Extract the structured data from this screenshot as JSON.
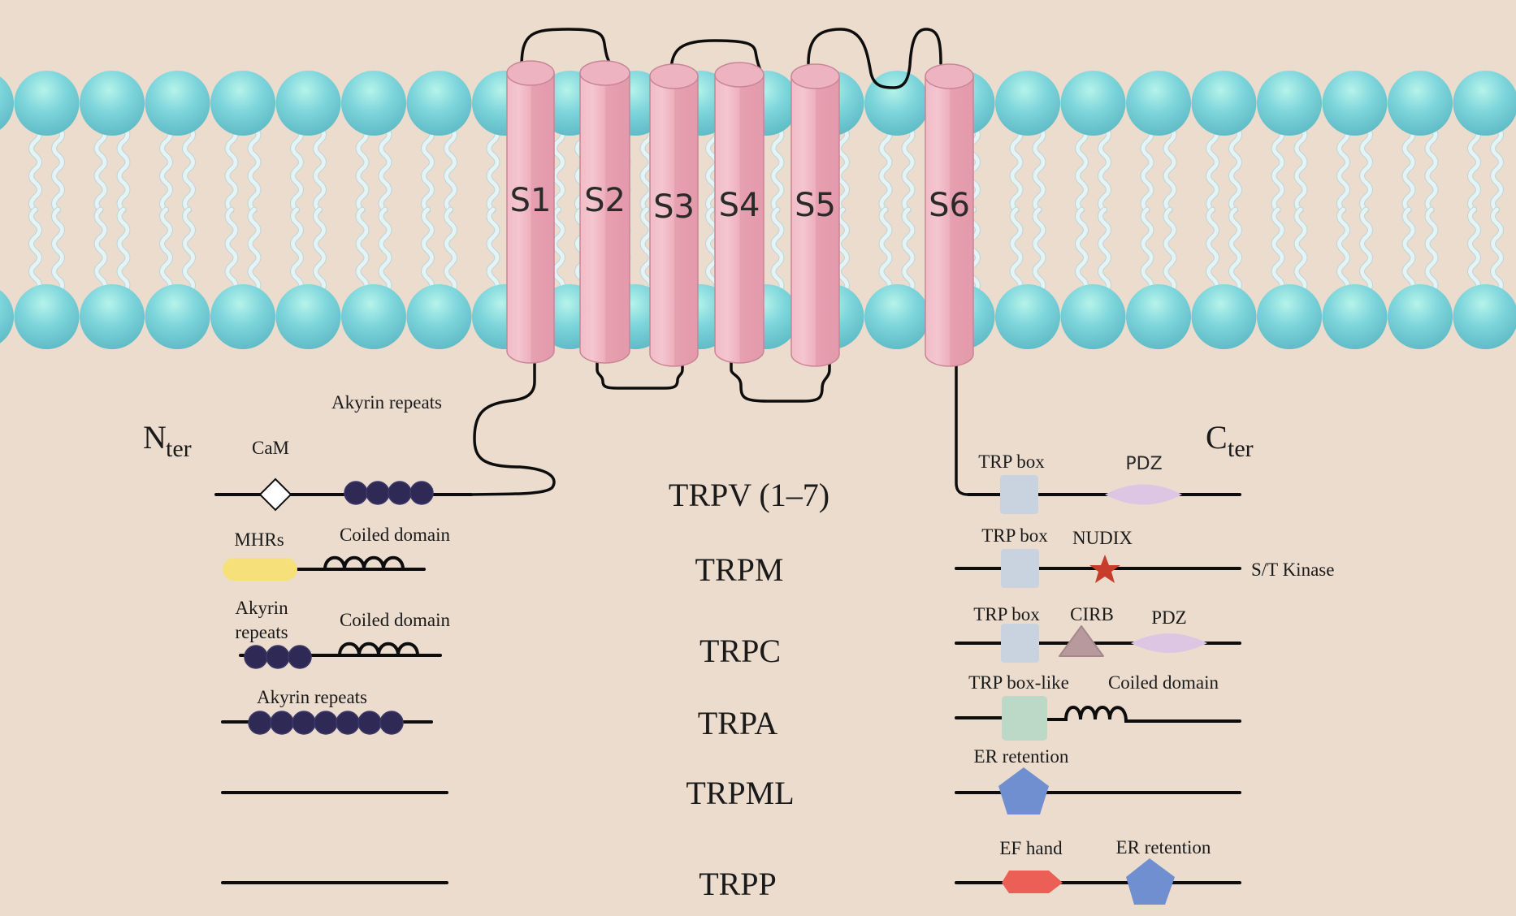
{
  "membrane": {
    "helices": [
      {
        "label": "S1"
      },
      {
        "label": "S2"
      },
      {
        "label": "S3"
      },
      {
        "label": "S4"
      },
      {
        "label": "S5"
      },
      {
        "label": "S6"
      }
    ]
  },
  "termini": {
    "n_main": "N",
    "n_sub": "ter",
    "c_main": "C",
    "c_sub": "ter"
  },
  "families": [
    {
      "name": "TRPV (1–7)",
      "n_domains": [
        {
          "type": "diamond",
          "label": "CaM"
        },
        {
          "type": "ankyrin",
          "count": 4,
          "label": "Akyrin repeats"
        }
      ],
      "c_domains": [
        {
          "type": "trp-box",
          "label": "TRP box"
        },
        {
          "type": "pdz",
          "label": "PDZ"
        }
      ]
    },
    {
      "name": "TRPM",
      "n_domains": [
        {
          "type": "mhr",
          "label": "MHRs"
        },
        {
          "type": "coil",
          "label": "Coiled domain"
        }
      ],
      "c_domains": [
        {
          "type": "trp-box",
          "label": "TRP box"
        },
        {
          "type": "star",
          "label": "NUDIX"
        }
      ],
      "c_end_label": "S/T Kinase"
    },
    {
      "name": "TRPC",
      "n_domains": [
        {
          "type": "ankyrin",
          "count": 3,
          "label": "Akyrin repeats",
          "label_lines": [
            "Akyrin",
            "repeats"
          ]
        },
        {
          "type": "coil",
          "label": "Coiled domain"
        }
      ],
      "c_domains": [
        {
          "type": "trp-box",
          "label": "TRP box"
        },
        {
          "type": "triangle",
          "label": "CIRB"
        },
        {
          "type": "pdz",
          "label": "PDZ"
        }
      ]
    },
    {
      "name": "TRPA",
      "n_domains": [
        {
          "type": "ankyrin",
          "count": 7,
          "label": "Akyrin repeats"
        }
      ],
      "c_domains": [
        {
          "type": "trp-box-like",
          "label": "TRP box-like"
        },
        {
          "type": "coil",
          "label": "Coiled domain"
        }
      ]
    },
    {
      "name": "TRPML",
      "n_domains": [],
      "c_domains": [
        {
          "type": "pentagon",
          "label": "ER retention"
        }
      ]
    },
    {
      "name": "TRPP",
      "n_domains": [],
      "c_domains": [
        {
          "type": "hexagon",
          "label": "EF hand"
        },
        {
          "type": "pentagon",
          "label": "ER retention"
        }
      ]
    }
  ],
  "colors": {
    "background": "#ebdccd",
    "lipid_head": "#7fd3da",
    "helix": "#eba6b5",
    "ankyrin": "#2e2a55",
    "mhr": "#f6e07a",
    "trp_box": "#c9d3df",
    "trp_box_like": "#bcd8c7",
    "pdz": "#dcc6e4",
    "nudix": "#c63d2c",
    "cirb": "#b89a9e",
    "er_retention": "#6f8fd0",
    "ef_hand": "#ec5f57"
  }
}
